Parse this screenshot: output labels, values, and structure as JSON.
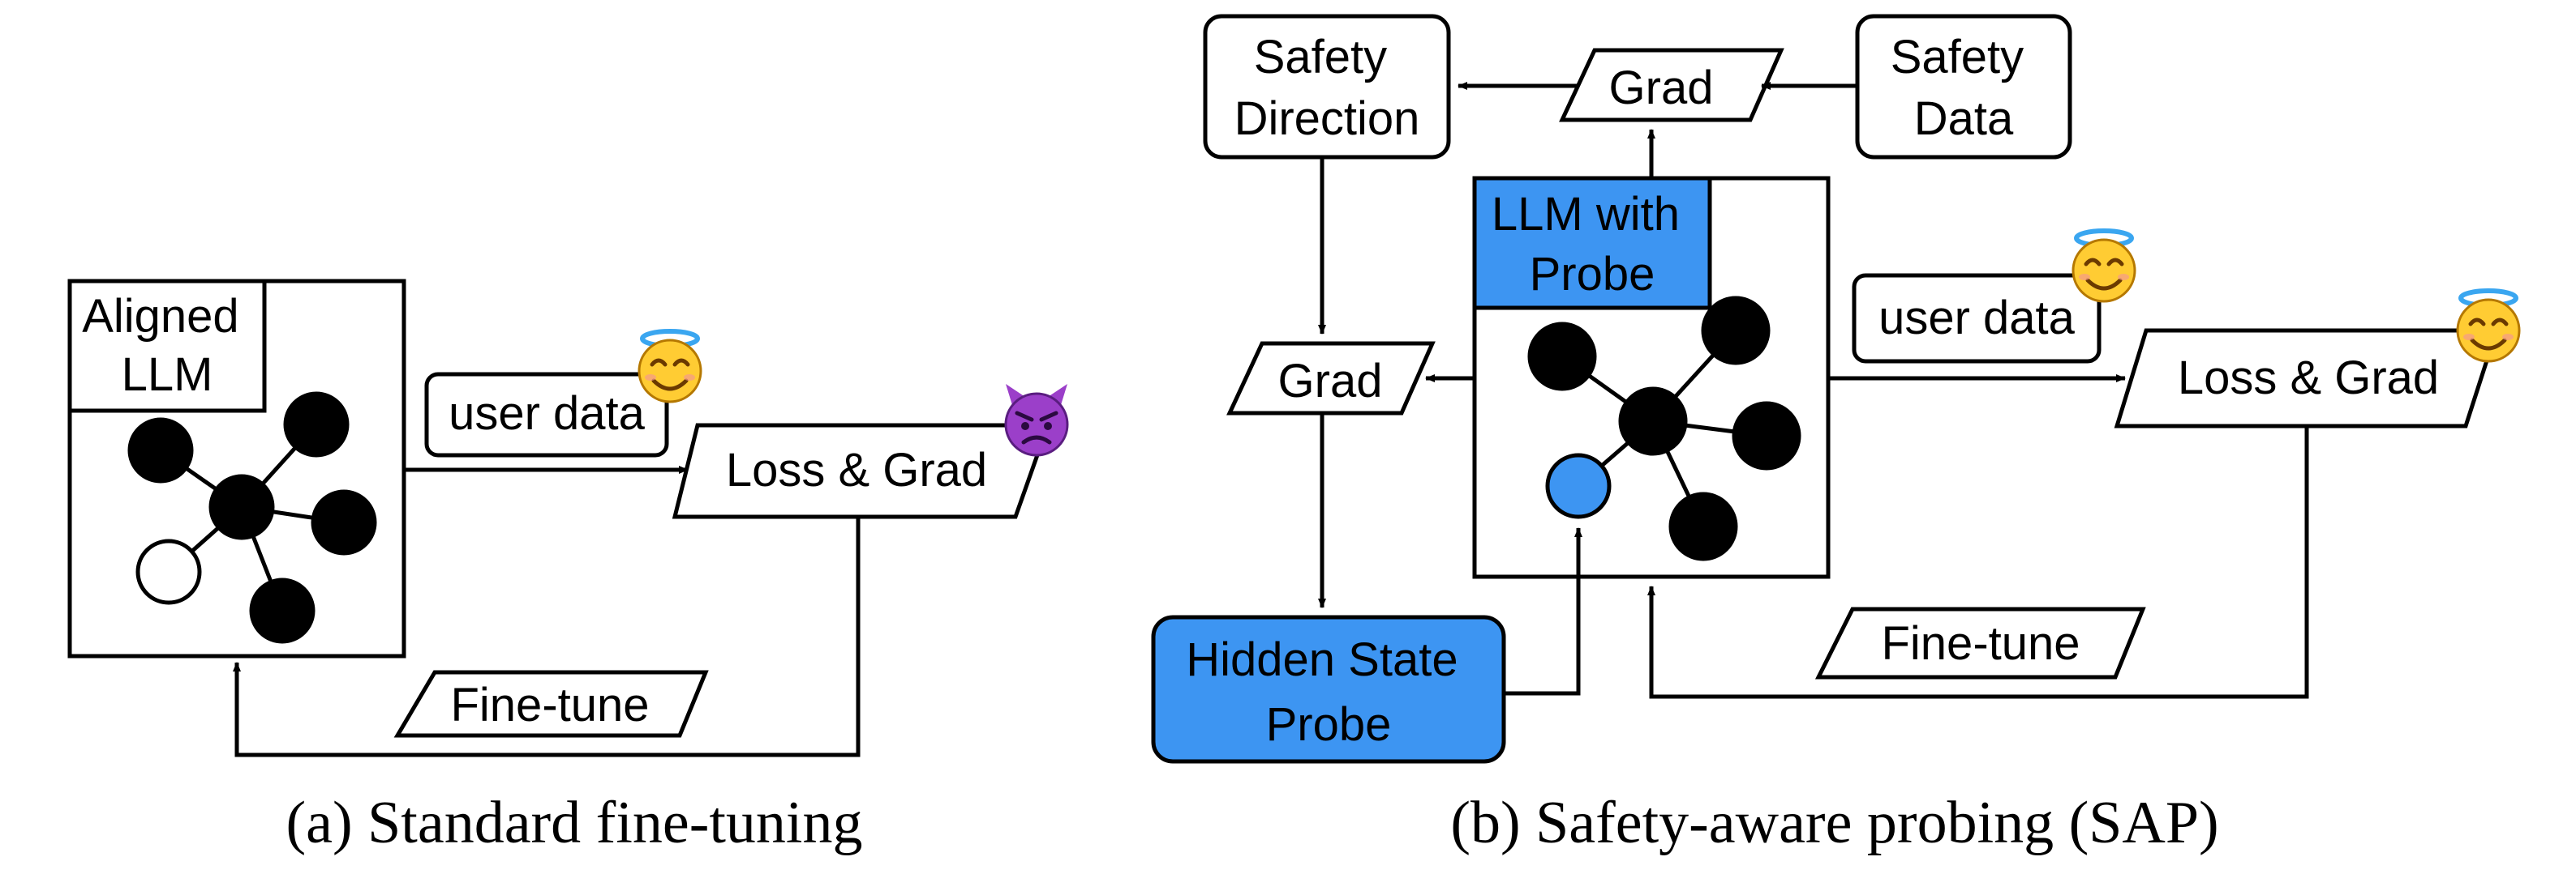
{
  "panel_a": {
    "aligned_llm": [
      "Aligned",
      "LLM"
    ],
    "user_data": "user data",
    "loss_grad": "Loss & Grad",
    "fine_tune": "Fine-tune",
    "caption": "(a) Standard fine-tuning",
    "emoji_user": "smiling-face-with-halo-icon",
    "emoji_loss": "smiling-devil-icon"
  },
  "panel_b": {
    "safety_direction": [
      "Safety",
      "Direction"
    ],
    "grad_top": "Grad",
    "safety_data": [
      "Safety",
      "Data"
    ],
    "llm_with_probe": [
      "LLM with",
      "Probe"
    ],
    "grad_left": "Grad",
    "user_data": "user data",
    "loss_grad": "Loss & Grad",
    "hidden_state_probe": [
      "Hidden State",
      "Probe"
    ],
    "fine_tune": "Fine-tune",
    "caption": "(b) Safety-aware probing (SAP)",
    "emoji_user": "smiling-face-with-halo-icon",
    "emoji_loss": "smiling-face-with-halo-icon"
  },
  "colors": {
    "highlight_blue": "#3d95f2",
    "stroke": "#000000",
    "background": "#ffffff"
  }
}
